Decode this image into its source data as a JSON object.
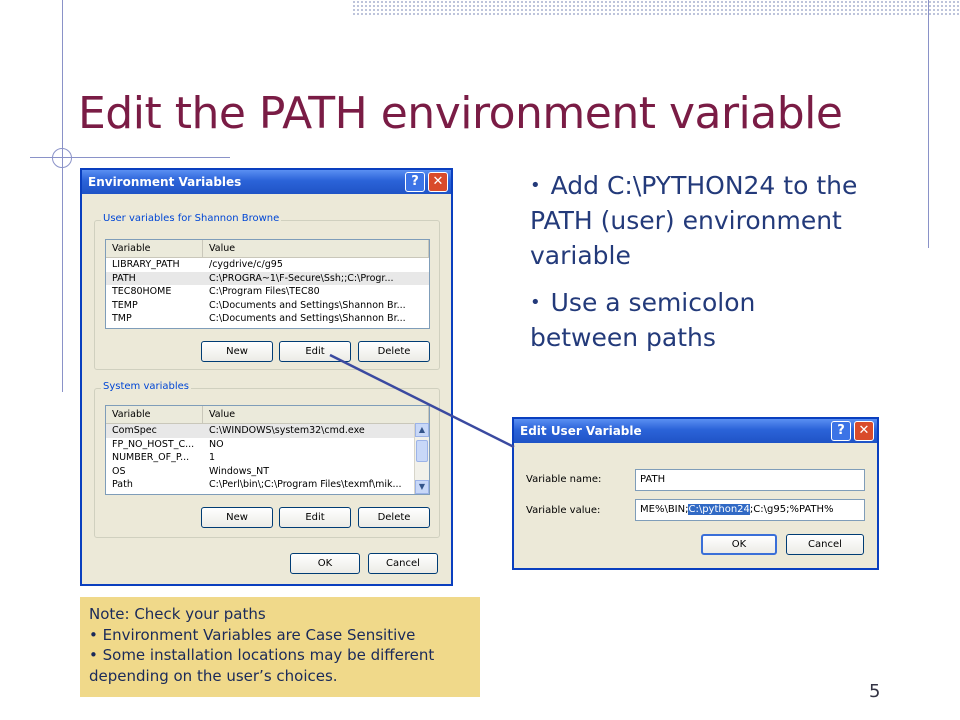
{
  "slide": {
    "title": "Edit the PATH environment variable",
    "bullets": [
      "Add C:\\PYTHON24 to the PATH (user) environment variable",
      "Use a semicolon between paths"
    ],
    "note": {
      "heading": "Note: Check your paths",
      "items": [
        "Environment Variables are Case Sensitive",
        "Some installation locations may be different depending on the user’s choices."
      ]
    },
    "page_number": "5"
  },
  "env_dialog": {
    "title": "Environment Variables",
    "help_glyph": "?",
    "close_glyph": "✕",
    "user_group_label": "User variables for Shannon Browne",
    "columns": [
      "Variable",
      "Value"
    ],
    "user_rows": [
      {
        "variable": "LIBRARY_PATH",
        "value": "/cygdrive/c/g95"
      },
      {
        "variable": "PATH",
        "value": "C:\\PROGRA~1\\F-Secure\\Ssh;;C:\\Progr..."
      },
      {
        "variable": "TEC80HOME",
        "value": "C:\\Program Files\\TEC80"
      },
      {
        "variable": "TEMP",
        "value": "C:\\Documents and Settings\\Shannon Br..."
      },
      {
        "variable": "TMP",
        "value": "C:\\Documents and Settings\\Shannon Br..."
      }
    ],
    "user_buttons": {
      "new": "New",
      "edit": "Edit",
      "delete": "Delete"
    },
    "system_group_label": "System variables",
    "system_rows": [
      {
        "variable": "ComSpec",
        "value": "C:\\WINDOWS\\system32\\cmd.exe"
      },
      {
        "variable": "FP_NO_HOST_C...",
        "value": "NO"
      },
      {
        "variable": "NUMBER_OF_P...",
        "value": "1"
      },
      {
        "variable": "OS",
        "value": "Windows_NT"
      },
      {
        "variable": "Path",
        "value": "C:\\Perl\\bin\\;C:\\Program Files\\texmf\\mik..."
      }
    ],
    "system_buttons": {
      "new": "New",
      "edit": "Edit",
      "delete": "Delete"
    },
    "ok": "OK",
    "cancel": "Cancel"
  },
  "edit_dialog": {
    "title": "Edit User Variable",
    "help_glyph": "?",
    "close_glyph": "✕",
    "name_label": "Variable name:",
    "name_value": "PATH",
    "value_label": "Variable value:",
    "value_before": "ME%\\BIN;",
    "value_selected": "C:\\python24",
    "value_after": ";C:\\g95;%PATH%",
    "ok": "OK",
    "cancel": "Cancel"
  },
  "colors": {
    "title": "#7a1c45",
    "bullet_text": "#233a7a",
    "note_bg": "#f0d98a",
    "xp_titlebar": "#2b63d8",
    "connector": "#3b4aa0"
  }
}
